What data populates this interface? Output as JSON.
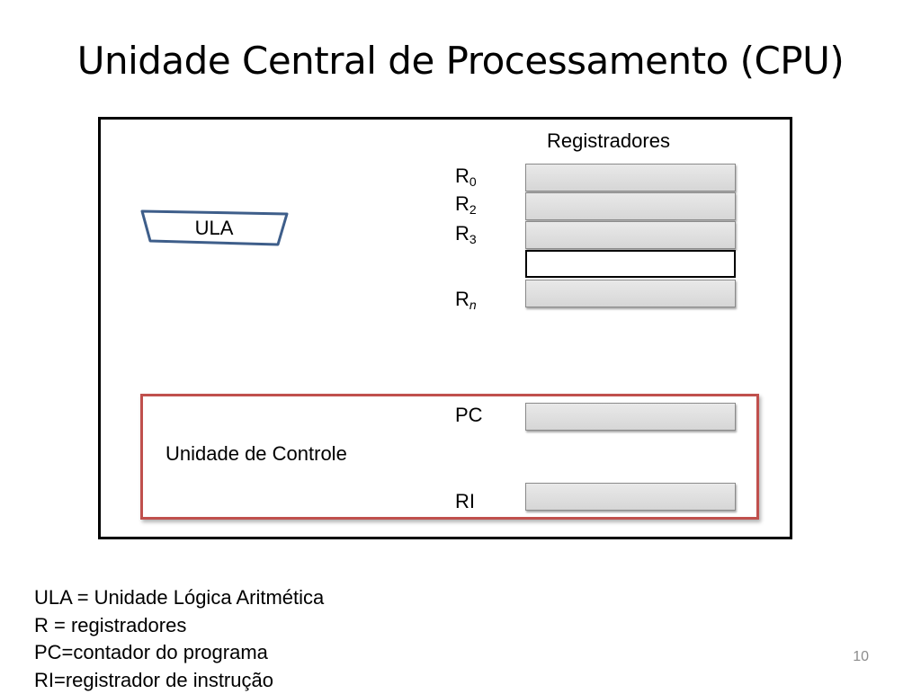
{
  "slide": {
    "title": "Unidade Central de Processamento (CPU)",
    "page_number": "10"
  },
  "cpu": {
    "registers_heading": "Registradores",
    "registers": [
      {
        "letter": "R",
        "sub": "0"
      },
      {
        "letter": "R",
        "sub": "2"
      },
      {
        "letter": "R",
        "sub": "3"
      },
      {
        "letter": "R",
        "sub": "n"
      }
    ],
    "alu_label": "ULA",
    "control_unit": {
      "label": "Unidade de Controle",
      "pc_label": "PC",
      "ri_label": "RI"
    }
  },
  "legend": [
    "ULA = Unidade Lógica Aritmética",
    "R = registradores",
    "PC=contador do programa",
    "RI=registrador de instrução"
  ],
  "colors": {
    "control_unit_border": "#c0504d",
    "alu_border": "#3e5e8a",
    "cpu_border": "#000000",
    "register_fill": "#e0e0e0"
  }
}
